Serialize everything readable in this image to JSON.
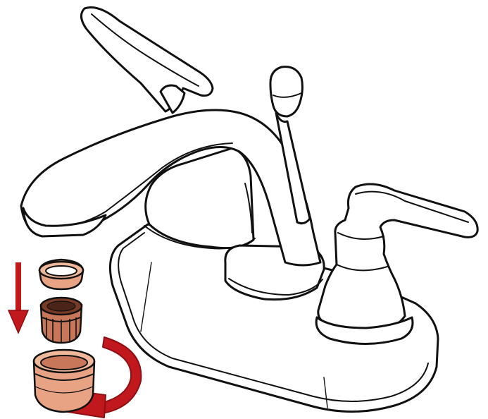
{
  "diagram": {
    "subject": "faucet-aerator-removal",
    "colors": {
      "line": "#111111",
      "background": "#ffffff",
      "part_fill": "#e7a383",
      "part_fill_dark": "#c9775a",
      "arrow": "#c0181d",
      "arrow_dark": "#8f0f13"
    },
    "parts": [
      {
        "name": "washer-ring",
        "icon": "ring-washer"
      },
      {
        "name": "aerator-insert",
        "icon": "aerator-screen"
      },
      {
        "name": "aerator-housing",
        "icon": "aerator-cap"
      }
    ],
    "arrows": [
      {
        "name": "down-arrow",
        "direction": "down"
      },
      {
        "name": "rotate-arrow",
        "direction": "counterclockwise"
      }
    ]
  }
}
